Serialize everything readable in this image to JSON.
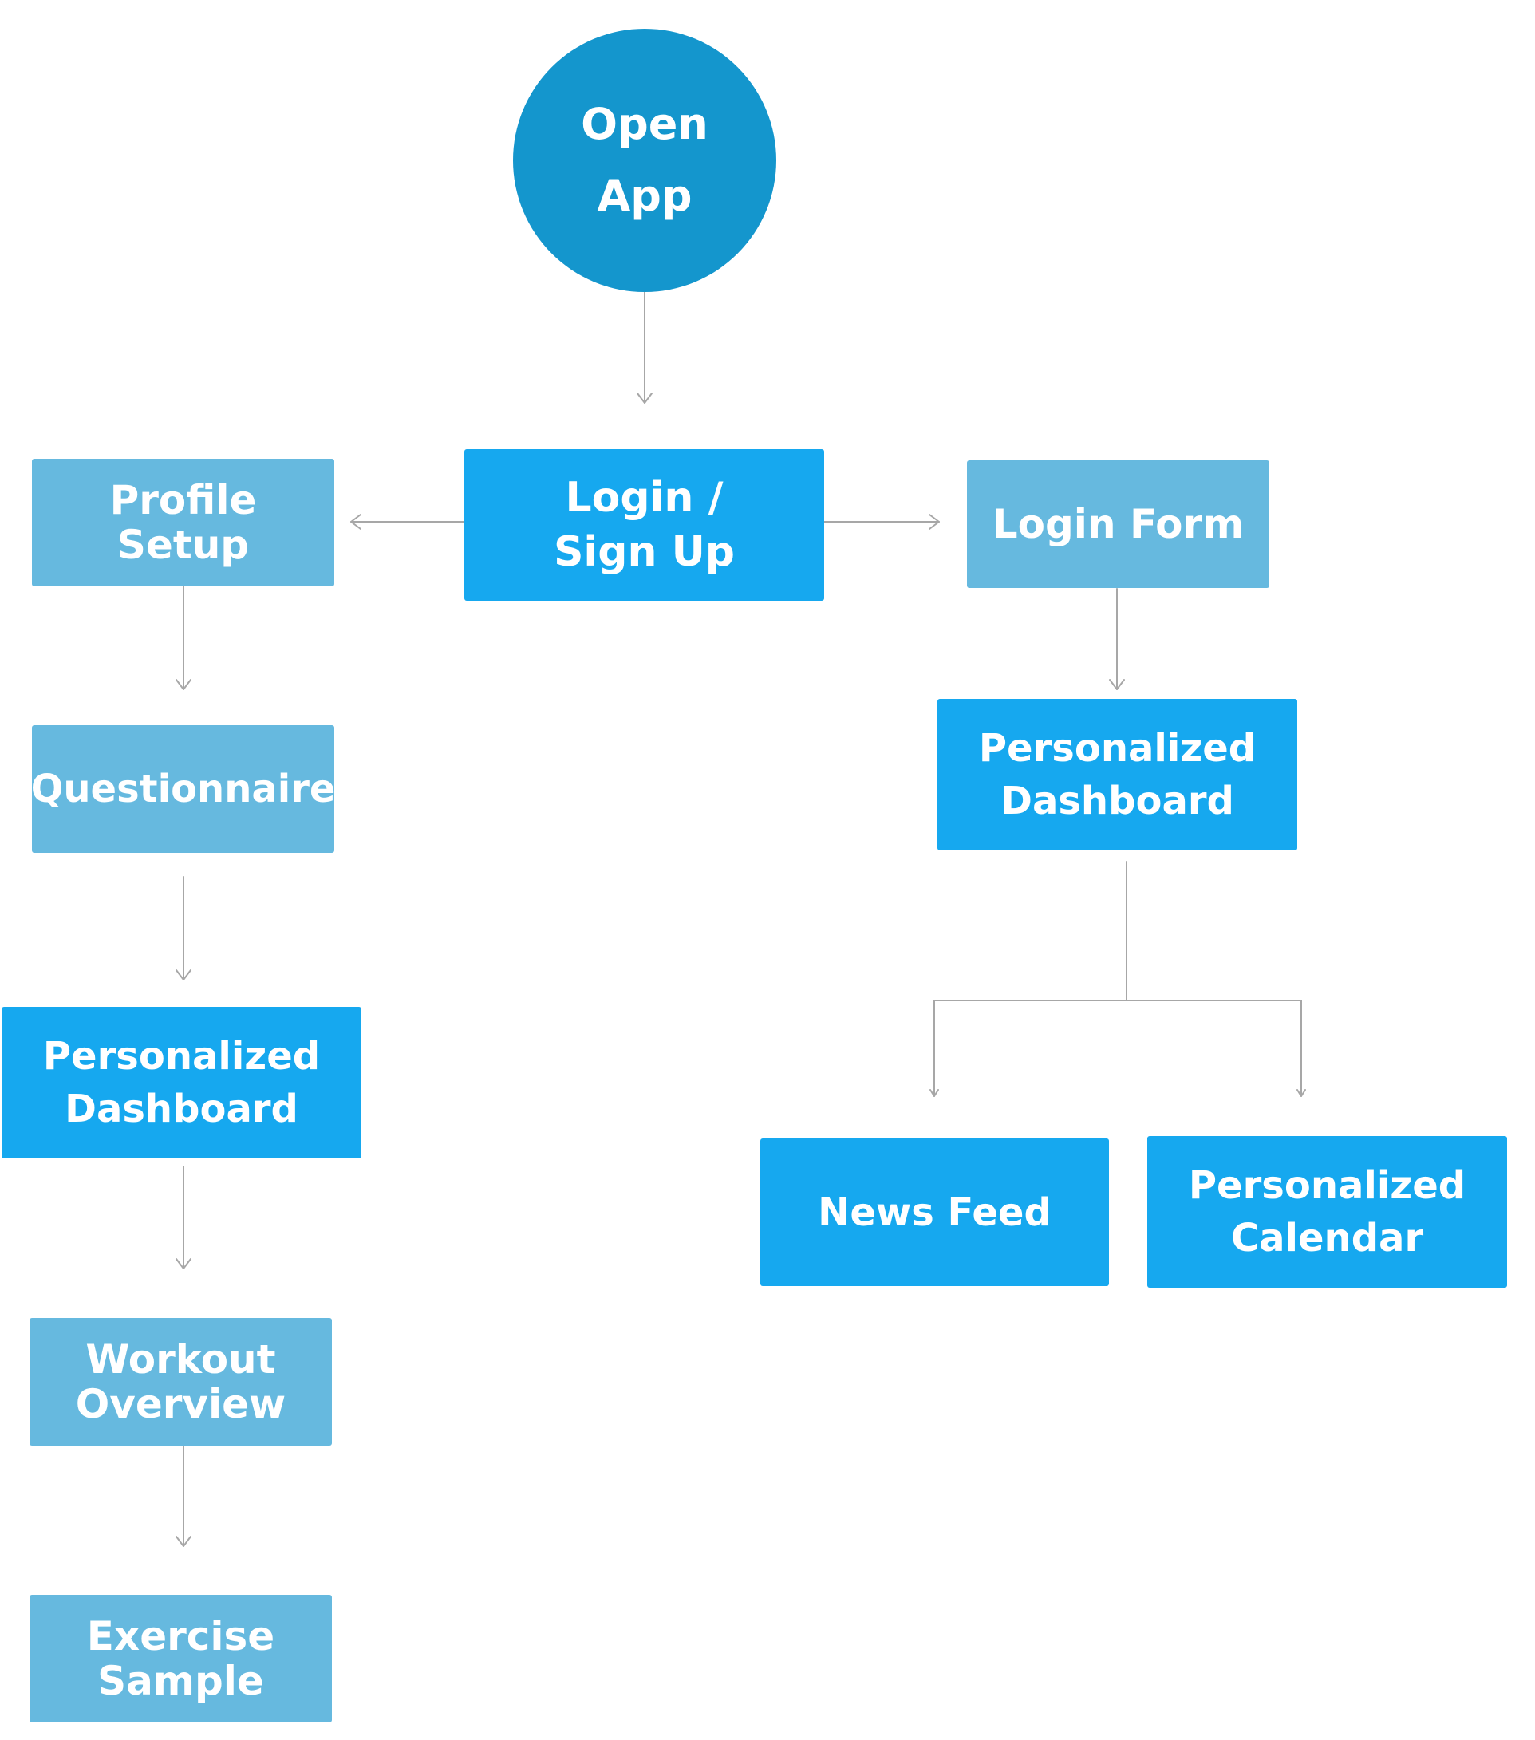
{
  "colors": {
    "circle": "#1496cd",
    "primary": "#16a8ef",
    "secondary": "#66b9df",
    "connector": "#a7a7a7",
    "text": "#ffffff"
  },
  "nodes": {
    "open_app": {
      "lines": [
        "Open",
        "App"
      ]
    },
    "login_signup": {
      "lines": [
        "Login /",
        "Sign Up"
      ]
    },
    "profile_setup": {
      "lines": [
        "Profile",
        "Setup"
      ]
    },
    "login_form": {
      "lines": [
        "Login Form"
      ]
    },
    "questionnaire": {
      "lines": [
        "Questionnaire"
      ]
    },
    "dashboard_left": {
      "lines": [
        "Personalized",
        "Dashboard"
      ]
    },
    "dashboard_right": {
      "lines": [
        "Personalized",
        "Dashboard"
      ]
    },
    "workout_overview": {
      "lines": [
        "Workout",
        "Overview"
      ]
    },
    "exercise_sample": {
      "lines": [
        "Exercise",
        "Sample"
      ]
    },
    "news_feed": {
      "lines": [
        "News Feed"
      ]
    },
    "personalized_calendar": {
      "lines": [
        "Personalized",
        "Calendar"
      ]
    }
  }
}
